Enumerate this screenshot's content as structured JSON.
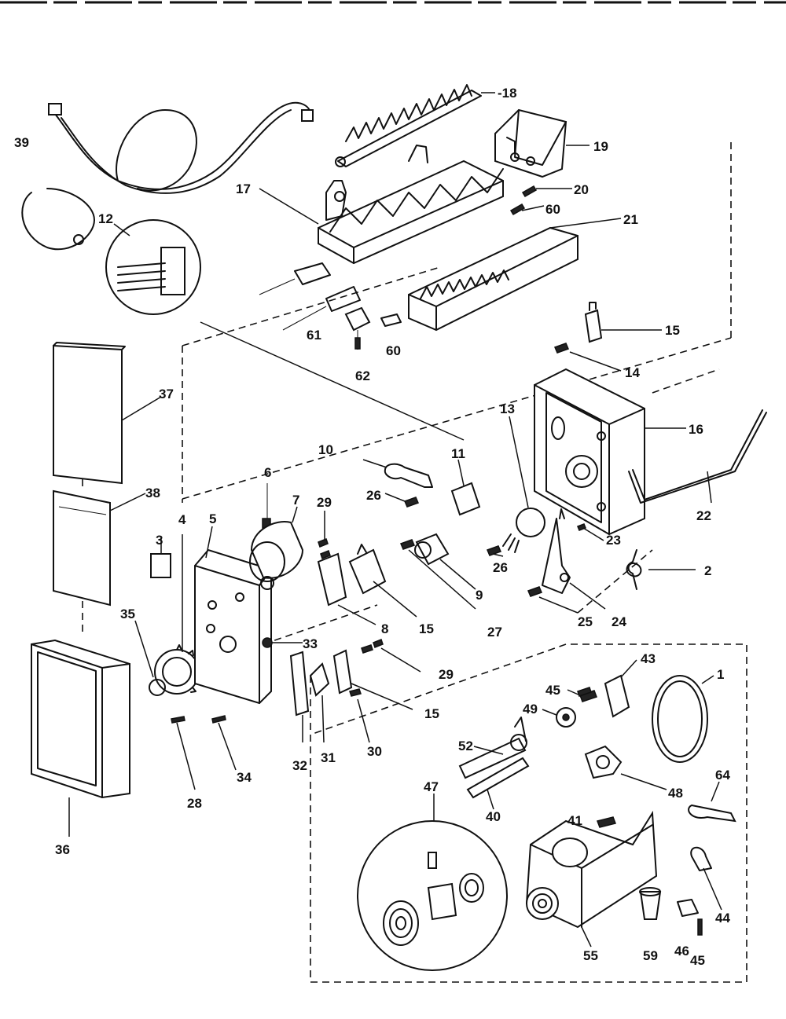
{
  "callouts": {
    "c1": "1",
    "c2": "2",
    "c3": "3",
    "c4": "4",
    "c5": "5",
    "c6": "6",
    "c7": "7",
    "c8": "8",
    "c9": "9",
    "c10": "10",
    "c11": "11",
    "c12": "12",
    "c13": "13",
    "c14": "14",
    "c15a": "15",
    "c15b": "15",
    "c15c": "15",
    "c16": "16",
    "c17": "17",
    "c18": "-18",
    "c19": "19",
    "c20": "20",
    "c21": "21",
    "c22": "22",
    "c23": "23",
    "c24": "24",
    "c25": "25",
    "c26a": "26",
    "c26b": "26",
    "c27": "27",
    "c28": "28",
    "c29a": "29",
    "c29b": "29",
    "c30": "30",
    "c31": "31",
    "c32": "32",
    "c33": "33",
    "c34": "34",
    "c35": "35",
    "c36": "36",
    "c37": "37",
    "c38": "38",
    "c39": "39",
    "c40": "40",
    "c41": "41",
    "c43": "43",
    "c44": "44",
    "c45a": "45",
    "c45b": "45",
    "c46": "46",
    "c47": "47",
    "c48": "48",
    "c49": "49",
    "c52": "52",
    "c55": "55",
    "c59": "59",
    "c60a": "60",
    "c60b": "60",
    "c61": "61",
    "c62": "62",
    "c64": "64"
  }
}
